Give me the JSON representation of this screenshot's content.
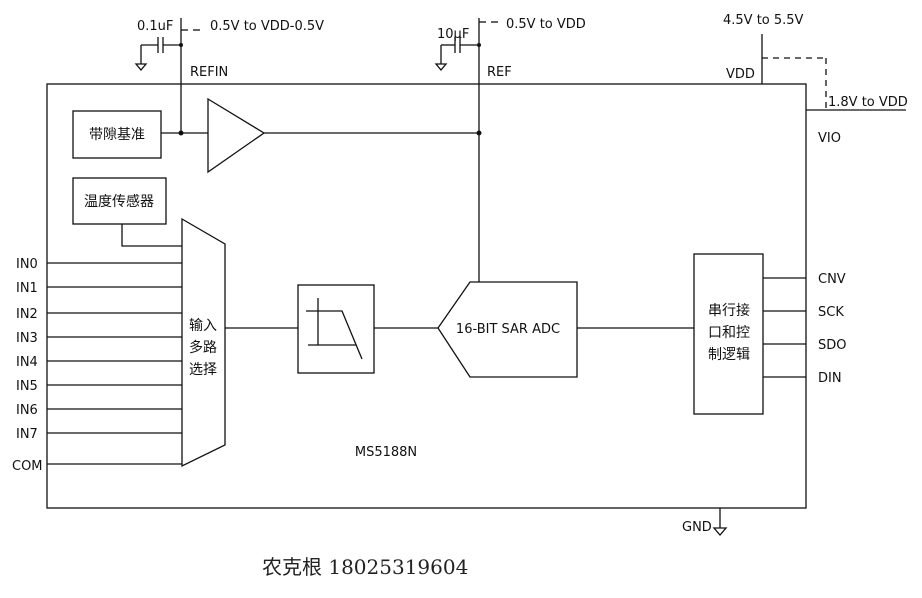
{
  "supplies": {
    "refin_cap": "0.1uF",
    "refin_range": "0.5V to VDD-0.5V",
    "ref_cap": "10µF",
    "ref_range": "0.5V to VDD",
    "vdd_range": "4.5V to 5.5V",
    "vio_range": "1.8V to VDD"
  },
  "pins": {
    "refin": "REFIN",
    "ref": "REF",
    "vdd": "VDD",
    "vio": "VIO",
    "gnd": "GND",
    "inputs": [
      "IN0",
      "IN1",
      "IN2",
      "IN3",
      "IN4",
      "IN5",
      "IN6",
      "IN7",
      "COM"
    ],
    "serial": [
      "CNV",
      "SCK",
      "SDO",
      "DIN"
    ]
  },
  "blocks": {
    "bandgap": "带隙基准",
    "temp_sensor": "温度传感器",
    "mux": [
      "输入",
      "多路",
      "选择"
    ],
    "adc": "16-BIT SAR ADC",
    "serial_logic": [
      "串行接",
      "口和控",
      "制逻辑"
    ]
  },
  "chip_name": "MS5188N",
  "footer": "农克根 18025319604"
}
